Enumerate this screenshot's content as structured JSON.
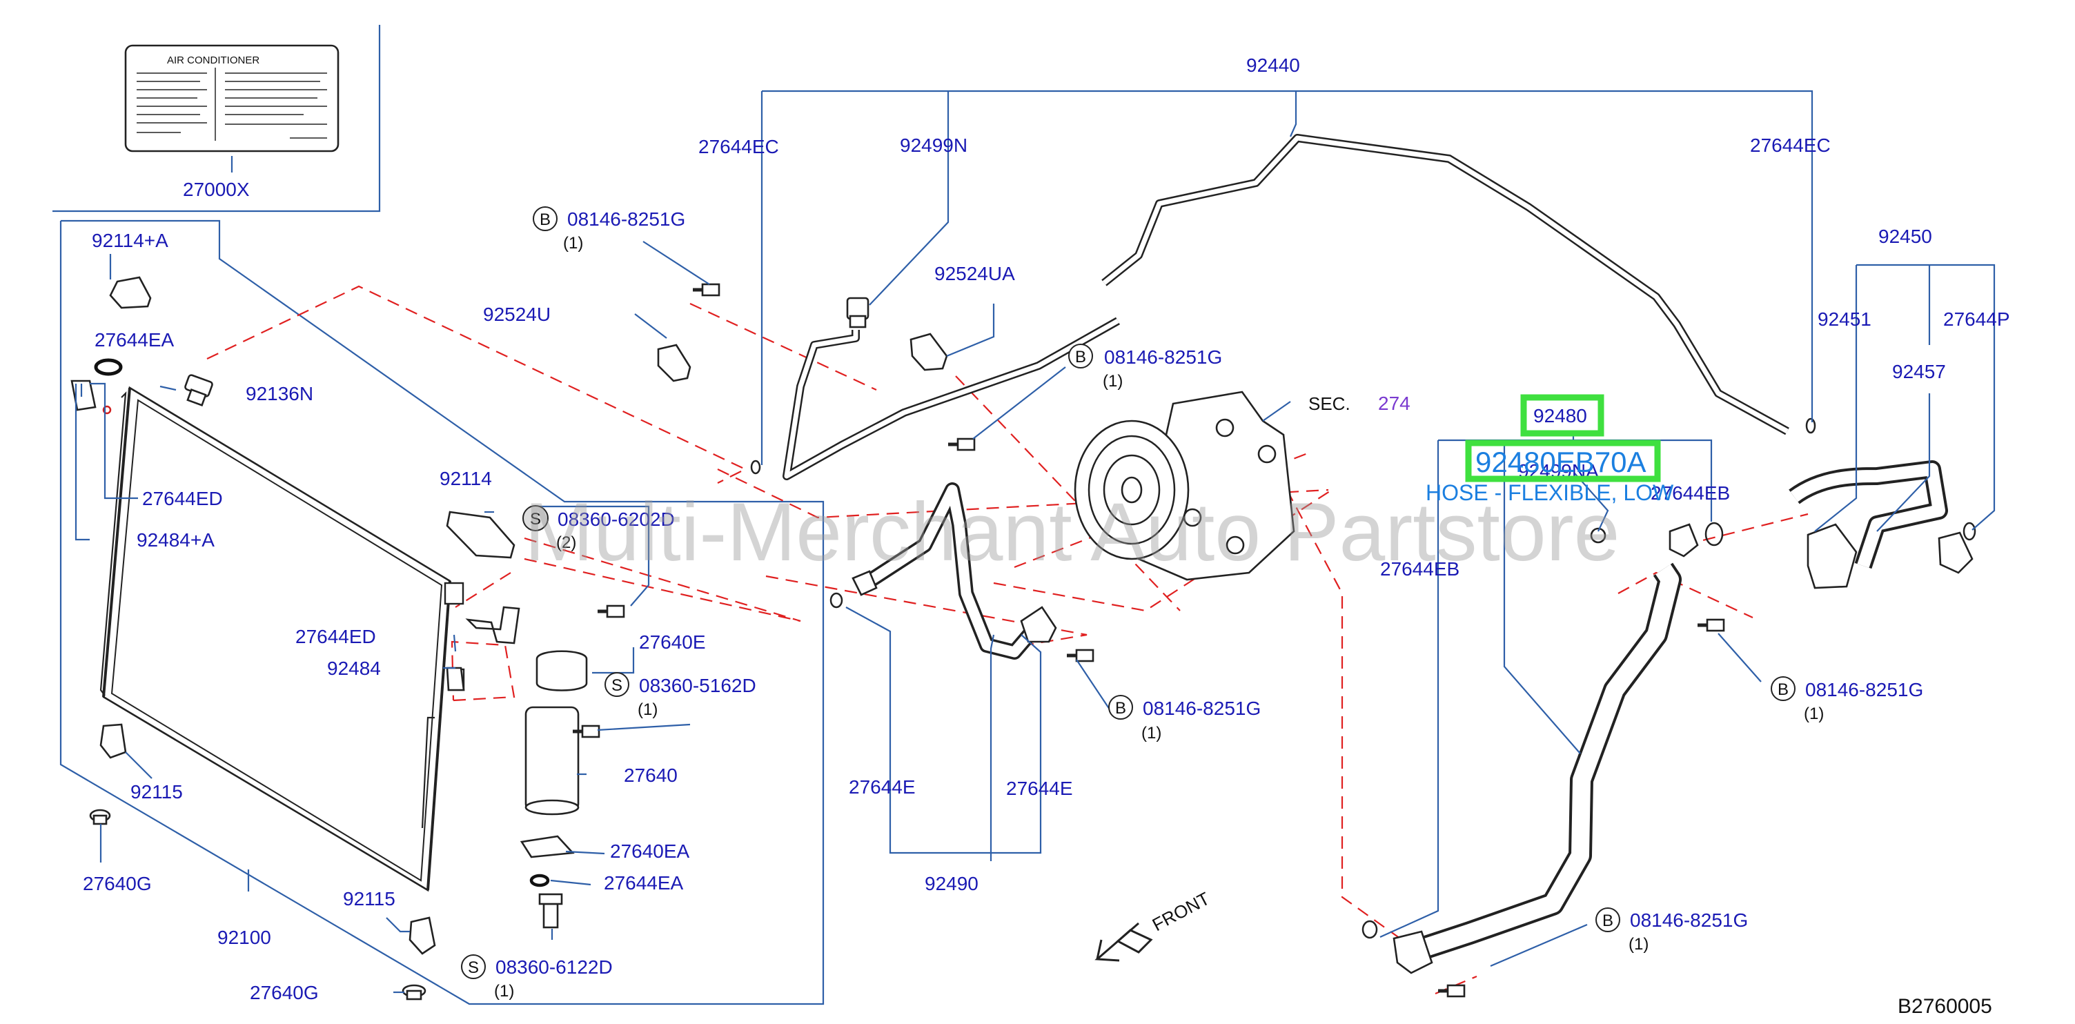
{
  "watermark": "Multi-Merchant Auto Partstore",
  "diagram_code": "B2760005",
  "front_label": "FRONT",
  "sec_ref": {
    "prefix": "SEC.",
    "number": "274"
  },
  "highlight": {
    "ref": "92480",
    "part_number": "92480EB70A",
    "description": "HOSE - FLEXIBLE, LOW"
  },
  "label_card": {
    "title": "AIR    CONDITIONER"
  },
  "labels": {
    "p27000X": "27000X",
    "p92114A": "92114+A",
    "p27644EA": "27644EA",
    "p92136N": "92136N",
    "p27644ED_a": "27644ED",
    "p92484A": "92484+A",
    "p92114": "92114",
    "p27644ED_b": "27644ED",
    "p92484": "92484",
    "p92115_a": "92115",
    "p27640G_a": "27640G",
    "p92100": "92100",
    "p92115_b": "92115",
    "p27640G_b": "27640G",
    "p92524U": "92524U",
    "p27644EC_a": "27644EC",
    "p92499N": "92499N",
    "p92524UA": "92524UA",
    "p92440": "92440",
    "p27644EC_b": "27644EC",
    "p27640E": "27640E",
    "p27640": "27640",
    "p27640EA": "27640EA",
    "p27644EA_b": "27644EA",
    "p27644E_a": "27644E",
    "p27644E_b": "27644E",
    "p92490": "92490",
    "p92450": "92450",
    "p92451": "92451",
    "p27644P": "27644P",
    "p92457": "92457",
    "p92499NA": "92499NA",
    "p27644EB_a": "27644EB",
    "p27644EB_b": "27644EB"
  },
  "callouts": {
    "b1": {
      "letter": "B",
      "pn": "08146-8251G",
      "qty": "(1)"
    },
    "b2": {
      "letter": "B",
      "pn": "08146-8251G",
      "qty": "(1)"
    },
    "b3": {
      "letter": "B",
      "pn": "08146-8251G",
      "qty": "(1)"
    },
    "b4": {
      "letter": "B",
      "pn": "08146-8251G",
      "qty": "(1)"
    },
    "b5": {
      "letter": "B",
      "pn": "08146-8251G",
      "qty": "(1)"
    },
    "s1": {
      "letter": "S",
      "pn": "08360-6202D",
      "qty": "(2)"
    },
    "s2": {
      "letter": "S",
      "pn": "08360-5162D",
      "qty": "(1)"
    },
    "s3": {
      "letter": "S",
      "pn": "08360-6122D",
      "qty": "(1)"
    }
  }
}
